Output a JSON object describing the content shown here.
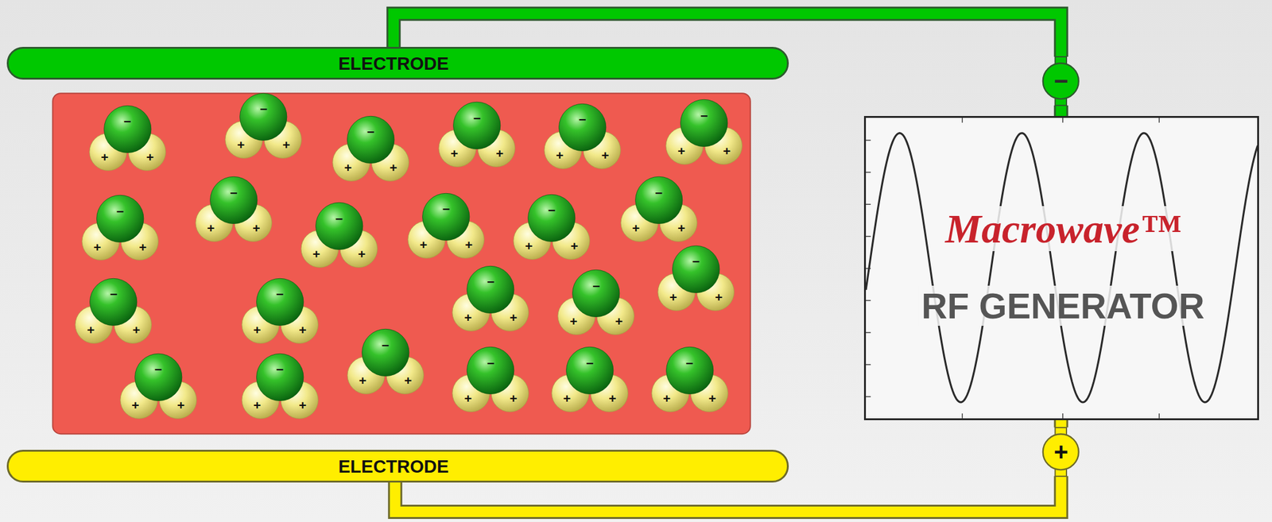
{
  "diagram": {
    "nodes": [
      {
        "text": [
          "ELECTRODE"
        ]
      },
      {
        "text": [
          "−"
        ]
      },
      {
        "text": [
          "−",
          "+",
          "+"
        ]
      },
      {
        "text": [
          "−",
          "+",
          "+"
        ]
      },
      {
        "text": [
          "−",
          "+",
          "+"
        ]
      },
      {
        "text": [
          "−",
          "+",
          "+"
        ]
      },
      {
        "text": [
          "−",
          "+",
          "+"
        ]
      },
      {
        "text": [
          "−",
          "+",
          "+"
        ]
      },
      {
        "text": [
          "−",
          "+",
          "+"
        ]
      },
      {
        "text": [
          "−",
          "+",
          "+"
        ]
      },
      {
        "text": [
          "−",
          "+",
          "+"
        ]
      },
      {
        "text": [
          "−",
          "+",
          "+"
        ]
      },
      {
        "text": [
          "−",
          "+",
          "+"
        ]
      },
      {
        "text": [
          "−",
          "+",
          "+"
        ]
      },
      {
        "text": [
          "−",
          "+",
          "+"
        ]
      },
      {
        "text": [
          "−",
          "+",
          "+"
        ]
      },
      {
        "text": [
          "−",
          "+",
          "+"
        ]
      },
      {
        "text": [
          "−",
          "+",
          "+"
        ]
      },
      {
        "text": [
          "−",
          "+",
          "+"
        ]
      },
      {
        "text": [
          "−",
          "+",
          "+"
        ]
      },
      {
        "text": [
          "−",
          "+",
          "+"
        ]
      },
      {
        "text": [
          "−",
          "+",
          "+"
        ]
      },
      {
        "text": [
          "−",
          "+",
          "+"
        ]
      },
      {
        "text": [
          "−",
          "+",
          "+"
        ]
      },
      {
        "text": [
          "−",
          "+",
          "+"
        ]
      },
      {
        "text": [
          "Macrowave™",
          "RF GENERATOR"
        ]
      },
      {
        "text": [
          "+"
        ]
      },
      {
        "text": [
          "ELECTRODE"
        ]
      }
    ],
    "edges": [
      {
        "from": 0,
        "to": 1,
        "arrow": "none"
      },
      {
        "from": 1,
        "to": 25,
        "arrow": "none"
      },
      {
        "from": 26,
        "to": 25,
        "arrow": "none"
      },
      {
        "from": 26,
        "to": 27,
        "arrow": "none"
      }
    ]
  }
}
